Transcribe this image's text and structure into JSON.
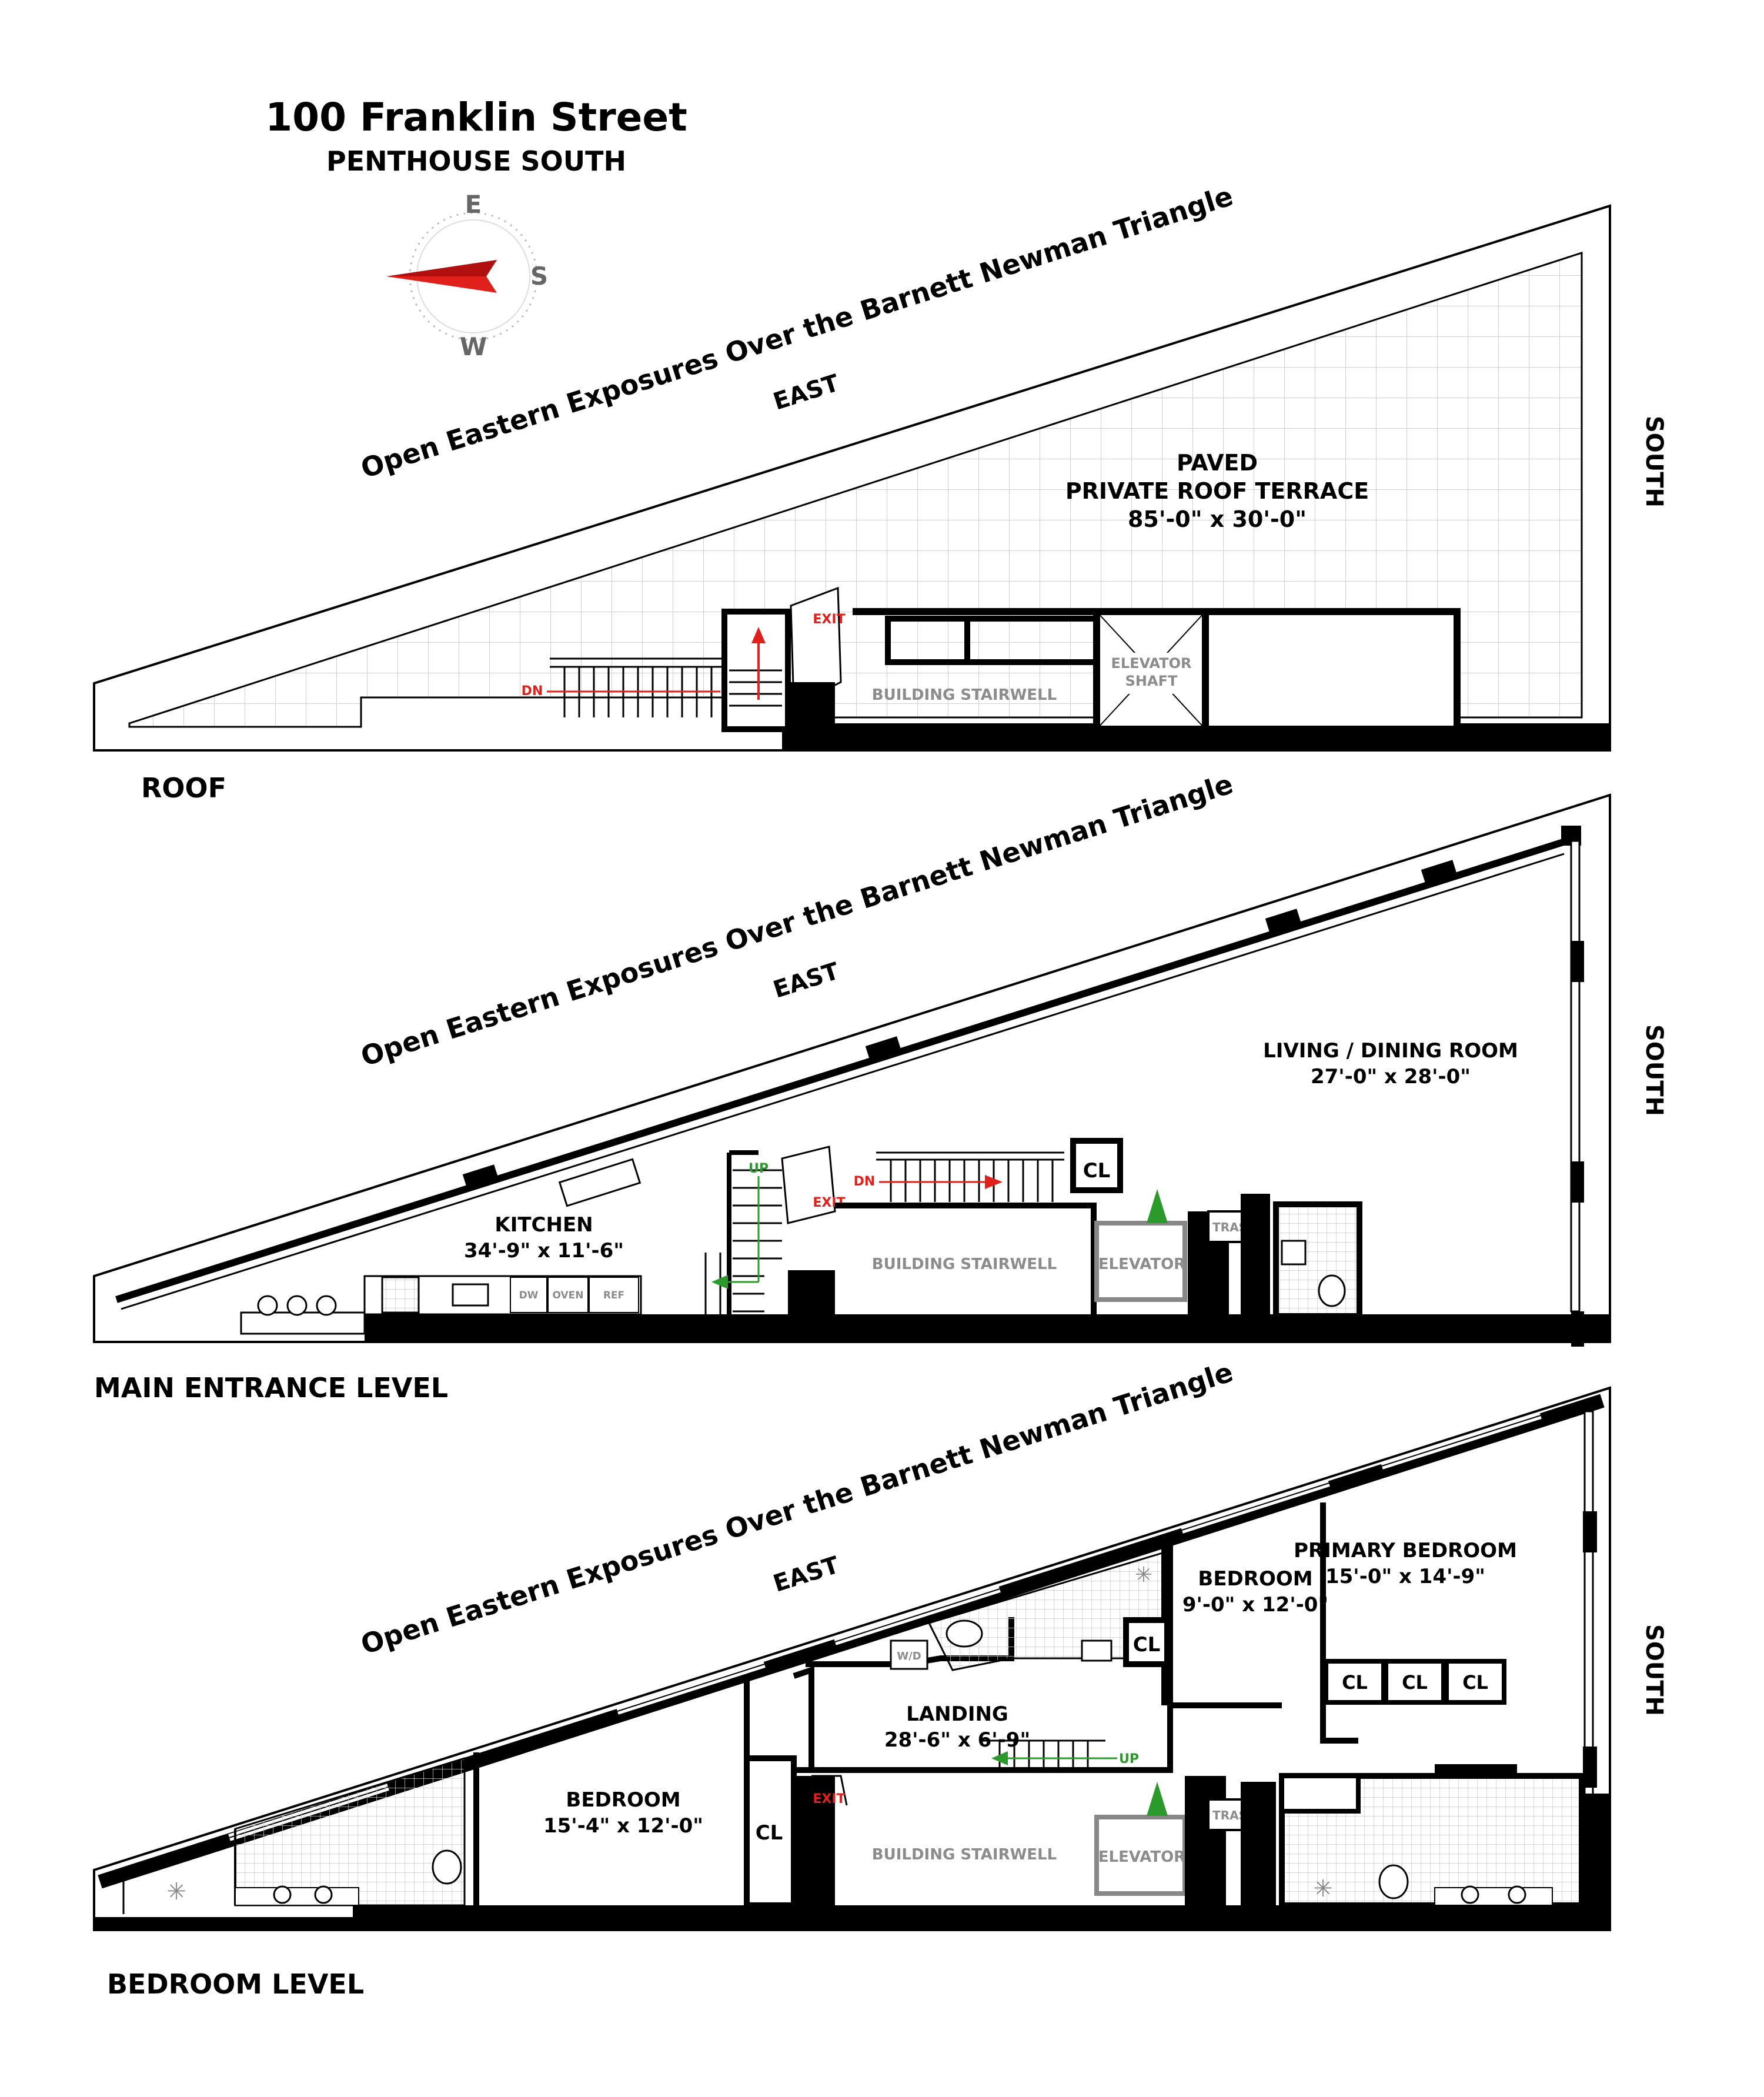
{
  "header": {
    "title": "100 Franklin Street",
    "subtitle": "PENTHOUSE SOUTH"
  },
  "compass": {
    "north": "E",
    "east": "S",
    "south": "W"
  },
  "colors": {
    "wall": "#000000",
    "tile": "#c8c8c8",
    "exit_arrow": "#e0201b",
    "up_arrow": "#2a9a2a",
    "label_gray": "#8c8c8c"
  },
  "roof": {
    "level_label": "ROOF",
    "exposure": "Open Eastern Exposures Over the Barnett Newman Triangle",
    "east": "EAST",
    "south": "SOUTH",
    "terrace": {
      "line1": "PAVED",
      "line2": "PRIVATE ROOF TERRACE",
      "dims": "85'-0\" x 30'-0\""
    },
    "dn": "DN",
    "exit": "EXIT",
    "stairwell": "BUILDING STAIRWELL",
    "elevator_shaft_1": "ELEVATOR",
    "elevator_shaft_2": "SHAFT"
  },
  "main": {
    "level_label": "MAIN ENTRANCE LEVEL",
    "exposure": "Open Eastern Exposures Over the Barnett Newman Triangle",
    "east": "EAST",
    "south": "SOUTH",
    "living": {
      "name": "LIVING / DINING ROOM",
      "dims": "27'-0\" x 28'-0\""
    },
    "kitchen": {
      "name": "KITCHEN",
      "dims": "34'-9\" x 11'-6\""
    },
    "dw": "DW",
    "oven": "OVEN",
    "ref": "REF",
    "up": "UP",
    "exit": "EXIT",
    "dn": "DN",
    "cl": "CL",
    "stairwell": "BUILDING STAIRWELL",
    "elevator": "ELEVATOR",
    "trash": "TRASH"
  },
  "bedroom": {
    "level_label": "BEDROOM LEVEL",
    "exposure": "Open Eastern Exposures Over the Barnett Newman Triangle",
    "east": "EAST",
    "south": "SOUTH",
    "primary": {
      "name": "PRIMARY BEDROOM",
      "dims": "15'-0\" x 14'-9\""
    },
    "bedroom_small": {
      "name": "BEDROOM",
      "dims": "9'-0\" x 12'-0\""
    },
    "bedroom_large": {
      "name": "BEDROOM",
      "dims": "15'-4\" x 12'-0\""
    },
    "landing": {
      "name": "LANDING",
      "dims": "28'-6\" x 6'-9\""
    },
    "wd": "W/D",
    "cl": "CL",
    "up": "UP",
    "exit": "EXIT",
    "stairwell": "BUILDING STAIRWELL",
    "elevator": "ELEVATOR",
    "trash": "TRASH"
  }
}
